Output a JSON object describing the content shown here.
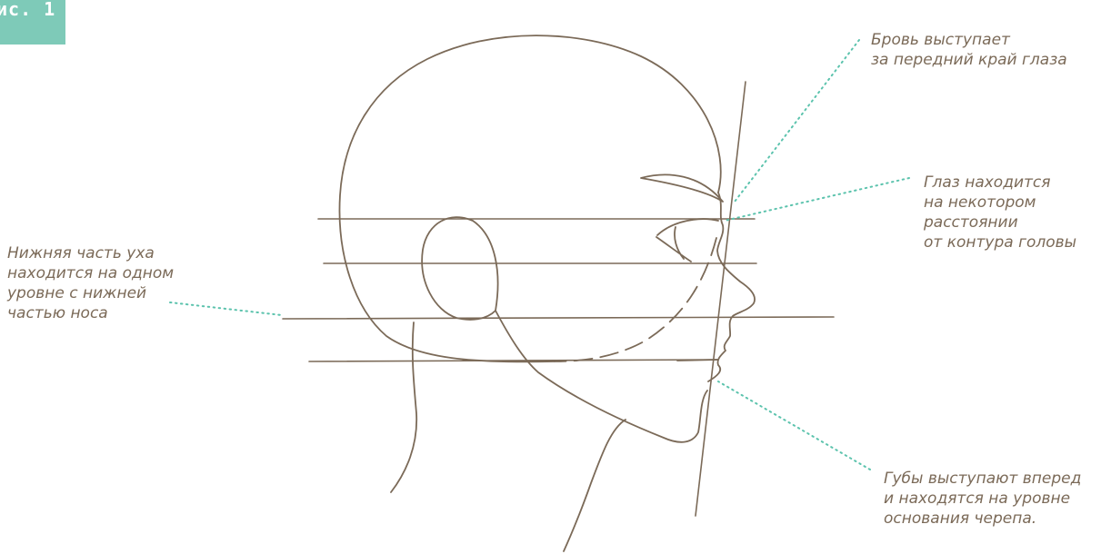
{
  "figure_tag": {
    "text": "ис. 1"
  },
  "annotations": {
    "brow": {
      "lines": [
        "Бровь выступает",
        "за передний край глаза"
      ]
    },
    "eye": {
      "lines": [
        "Глаз находится",
        "на некотором",
        "расстоянии",
        "от контура головы"
      ]
    },
    "ear": {
      "lines": [
        "Нижняя часть уха",
        "находится на одном",
        "уровне с нижней",
        "частью носа"
      ]
    },
    "lips": {
      "lines": [
        "Губы выступают вперед",
        "и находятся на уровне",
        "основания черепа."
      ]
    }
  },
  "colors": {
    "line": "#7b6a58",
    "leader": "#5cc3ad",
    "tag": "#7ecab8",
    "text": "#7b6a58"
  }
}
